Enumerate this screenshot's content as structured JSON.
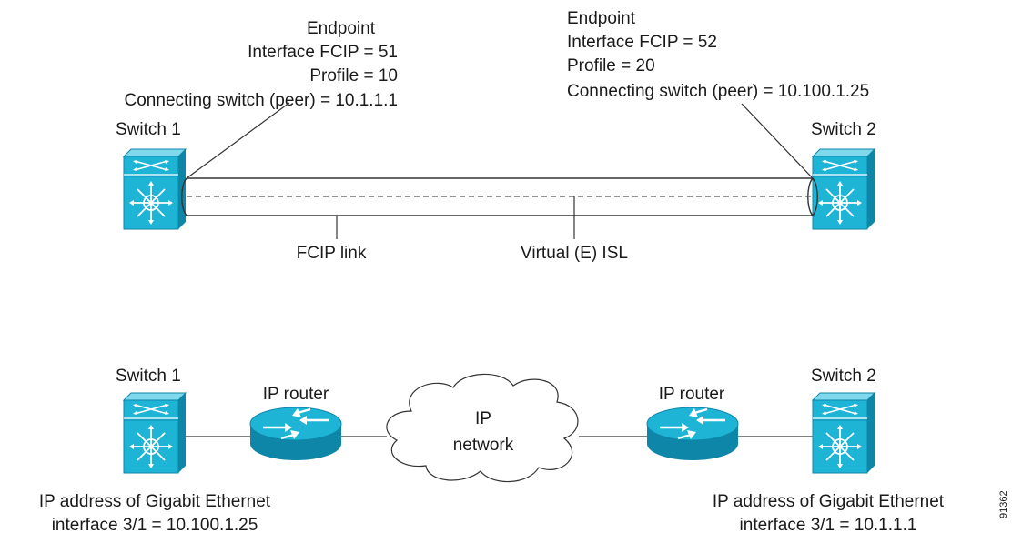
{
  "top": {
    "endpoint1": {
      "title": "Endpoint",
      "interface": "Interface FCIP = 51",
      "profile": "Profile = 10",
      "peer": "Connecting switch (peer) = 10.1.1.1"
    },
    "endpoint2": {
      "title": "Endpoint",
      "interface": "Interface FCIP = 52",
      "profile": "Profile = 20",
      "peer": "Connecting switch (peer) = 10.100.1.25"
    },
    "switch1_label": "Switch 1",
    "switch2_label": "Switch 2",
    "fcip_link_label": "FCIP link",
    "virtual_isl_label": "Virtual (E) ISL"
  },
  "bottom": {
    "switch1_label": "Switch 1",
    "switch2_label": "Switch 2",
    "router1_label": "IP router",
    "router2_label": "IP router",
    "cloud_line1": "IP",
    "cloud_line2": "network",
    "left_ip_line1": "IP address of Gigabit Ethernet",
    "left_ip_line2": "interface 3/1 = 10.100.1.25",
    "right_ip_line1": "IP address of Gigabit Ethernet",
    "right_ip_line2": "interface 3/1 = 10.1.1.1"
  },
  "figure_id": "91362",
  "colors": {
    "device_fill": "#1eb4d6",
    "device_dark": "#0e86a8",
    "device_light": "#7fd8ec",
    "line": "#333333"
  }
}
